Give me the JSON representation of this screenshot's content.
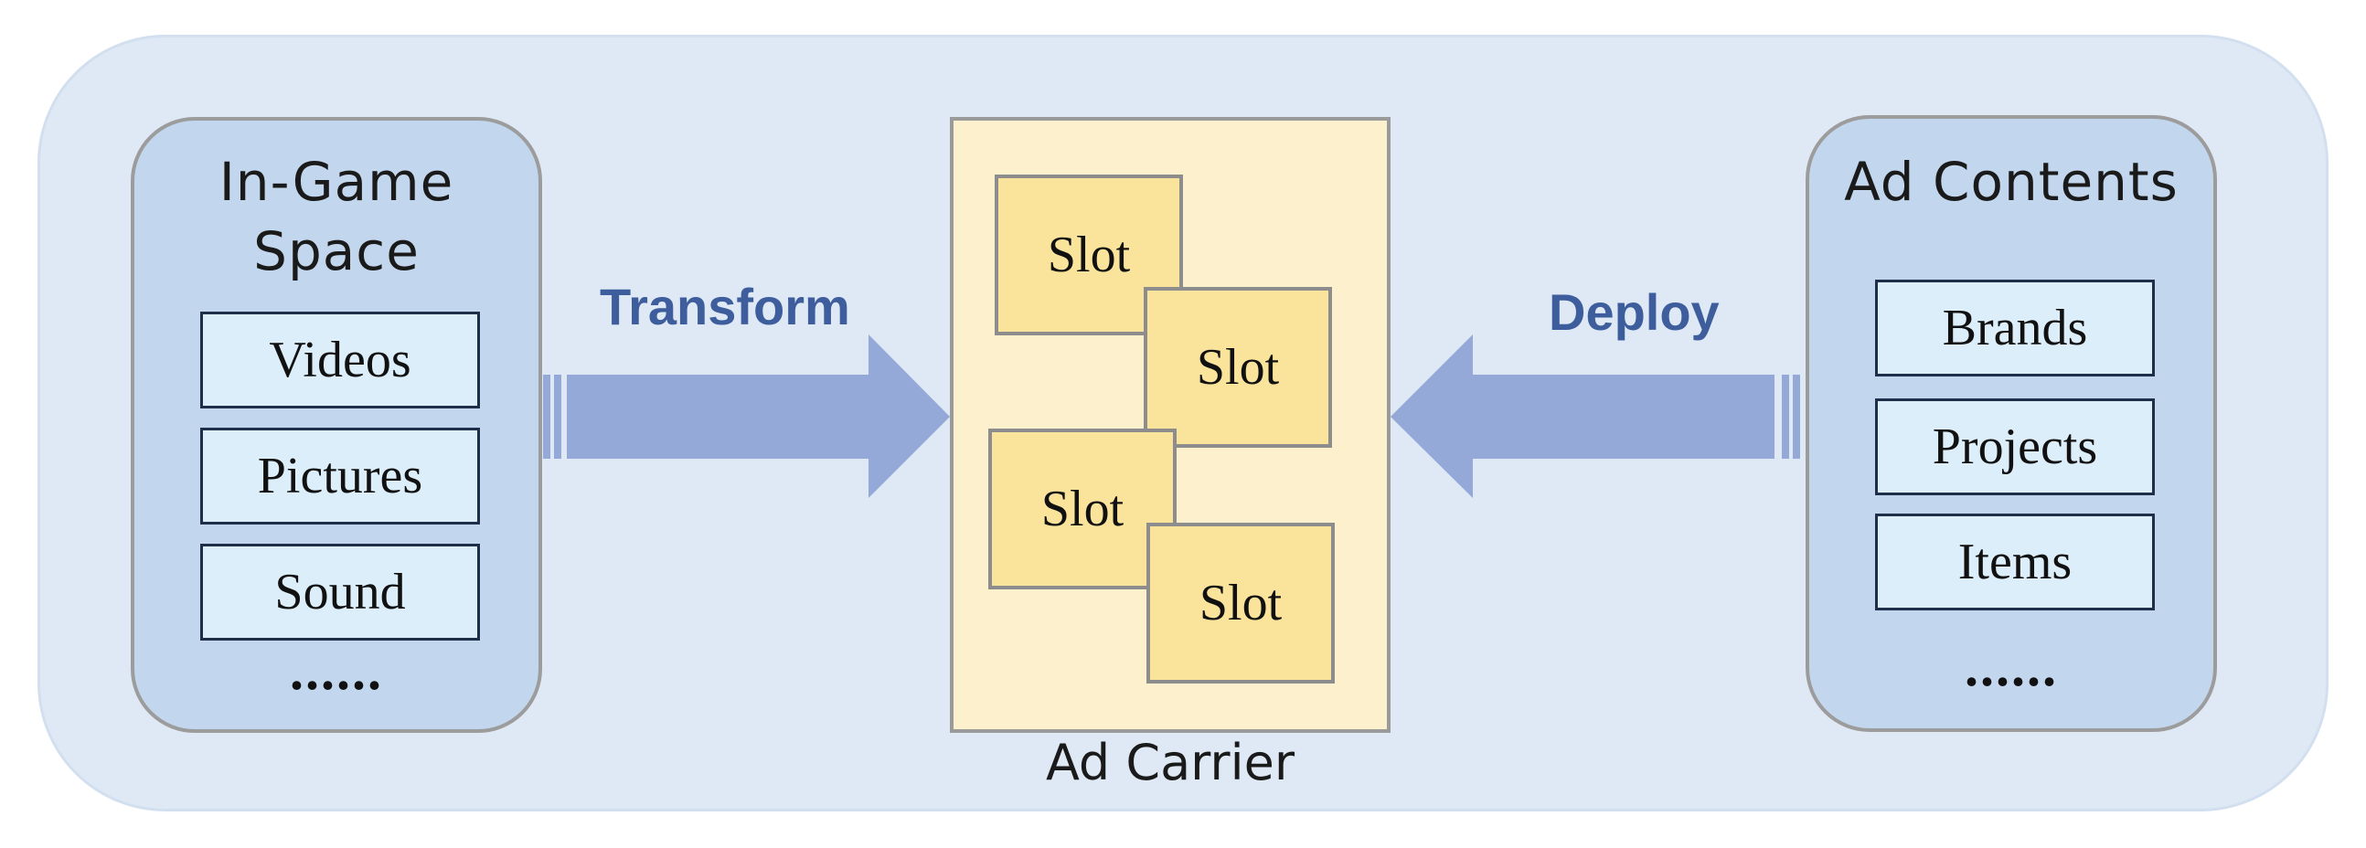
{
  "left_panel": {
    "title_line1": "In-Game",
    "title_line2": "Space",
    "items": [
      "Videos",
      "Pictures",
      "Sound"
    ],
    "more": "......"
  },
  "right_panel": {
    "title": "Ad Contents",
    "items": [
      "Brands",
      "Projects",
      "Items"
    ],
    "more": "......"
  },
  "carrier": {
    "label": "Ad Carrier",
    "slots": [
      "Slot",
      "Slot",
      "Slot",
      "Slot"
    ]
  },
  "arrows": {
    "left_label": "Transform",
    "right_label": "Deploy"
  },
  "colors": {
    "background": "#dfe9f5",
    "panel": "#c2d6ee",
    "item_box": "#ddeefb",
    "carrier": "#fcf1cc",
    "slot": "#fae39b",
    "arrow": "#94a9d8",
    "arrow_label": "#3e5d9c"
  }
}
